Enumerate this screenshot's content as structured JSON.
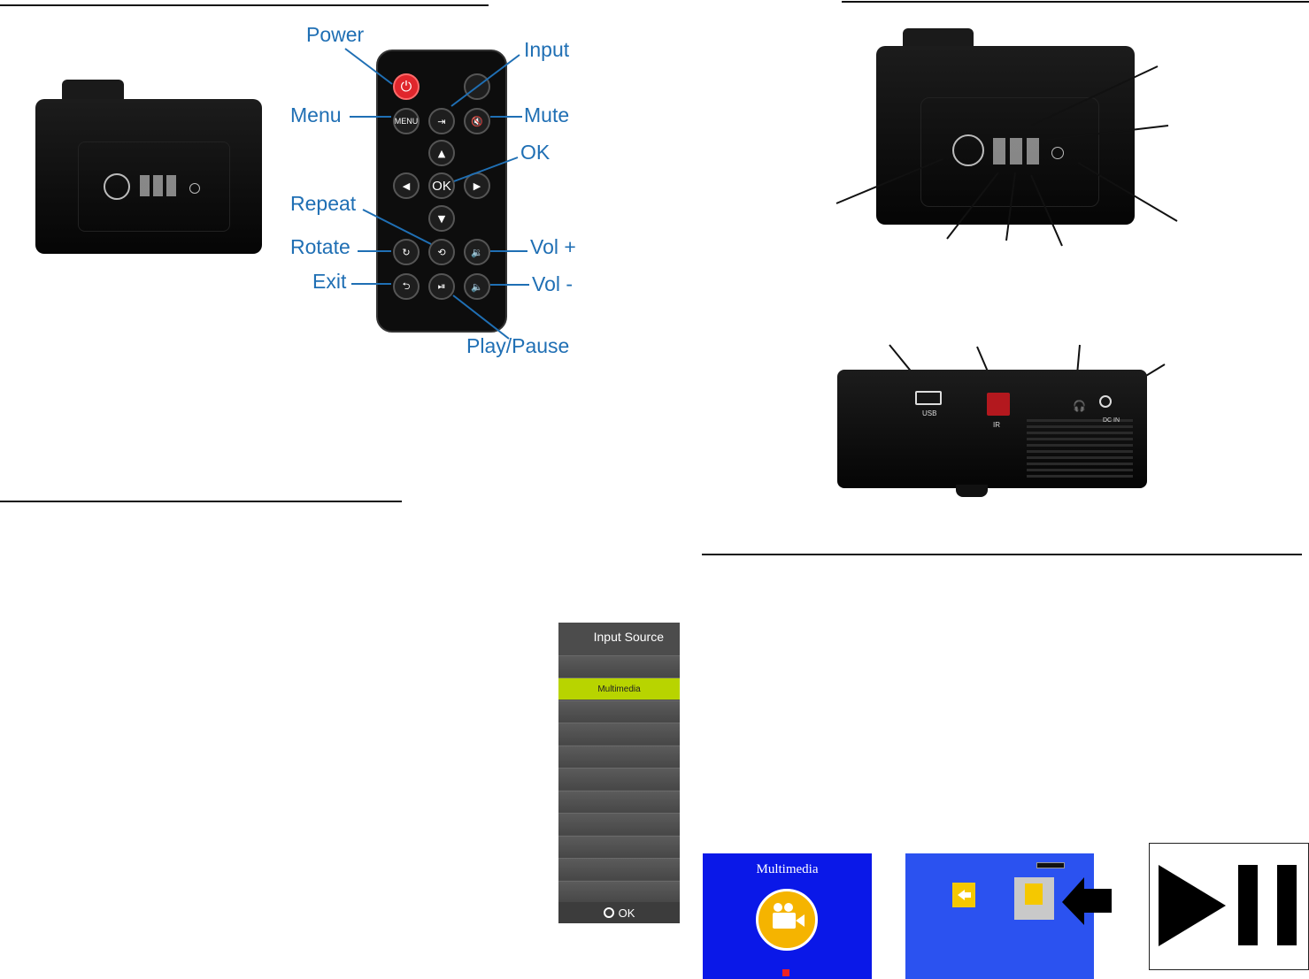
{
  "remote": {
    "callouts": {
      "power": "Power",
      "input": "Input",
      "menu": "Menu",
      "mute": "Mute",
      "ok": "OK",
      "repeat": "Repeat",
      "rotate": "Rotate",
      "vol_up": "Vol +",
      "exit": "Exit",
      "vol_down": "Vol -",
      "play_pause": "Play/Pause"
    },
    "button_labels": {
      "menu": "MENU",
      "ok": "OK"
    }
  },
  "input_source_menu": {
    "title": "Input Source",
    "selected_item": "Multimedia",
    "confirm_label": "OK",
    "highlight_color": "#b8d400"
  },
  "multimedia_screen": {
    "title": "Multimedia"
  },
  "rear_panel": {
    "usb_label": "USB",
    "ir_label": "IR",
    "dc_label": "DC IN"
  },
  "colors": {
    "callout": "#1f6fb4",
    "power_button": "#e0262c",
    "multimedia_bg": "#0a18e8",
    "browser_bg": "#2b52f0"
  }
}
